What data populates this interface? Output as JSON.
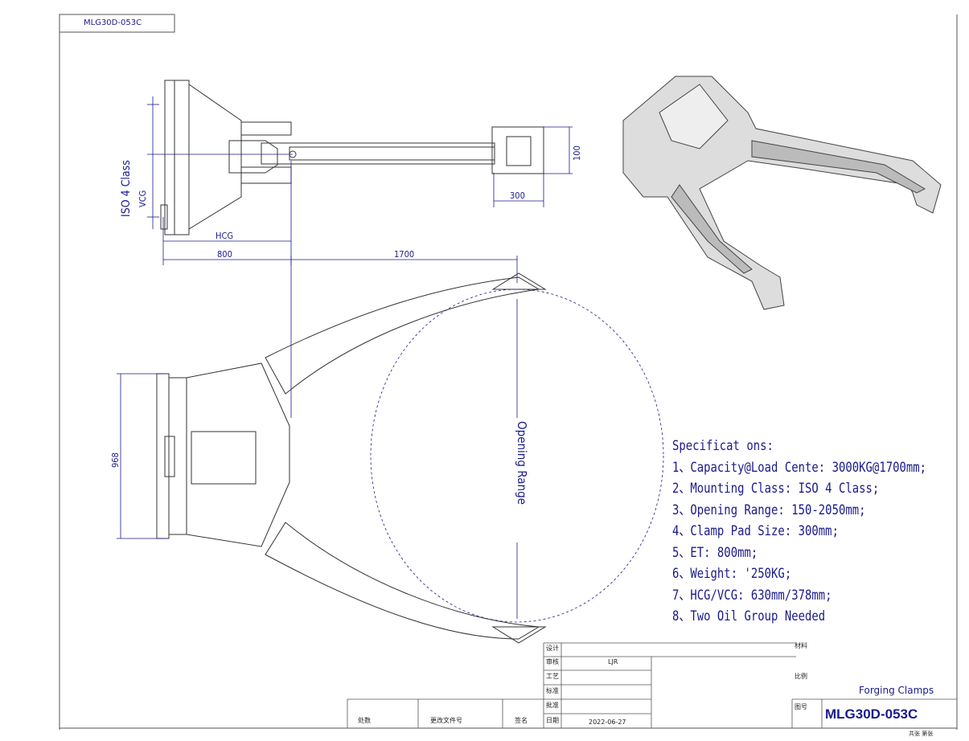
{
  "drawing_number_tab": "MLG30D-053C",
  "side_view": {
    "class_label": "ISO 4 Class",
    "vcg_label": "VCG",
    "hcg_label": "HCG",
    "et_label": "800",
    "pad_height_label": "100",
    "pad_width_label": "300"
  },
  "top_view": {
    "load_center_label": "1700",
    "height_label": "968",
    "opening_label": "Opening Range"
  },
  "specifications": {
    "title": "Specificat ons:",
    "items": [
      "1、Capacity@Load Cente: 3000KG@1700mm;",
      "2、Mounting Class: ISO 4 Class;",
      "3、Opening Range: 150-2050mm;",
      "4、Clamp Pad Size: 300mm;",
      "5、ET: 800mm;",
      "6、Weight: '250KG;",
      "7、HCG/VCG: 630mm/378mm;",
      "8、Two Oil Group Needed"
    ]
  },
  "title_block": {
    "rows": [
      "设计",
      "审核",
      "工艺",
      "标准",
      "批准",
      "日期"
    ],
    "designer": "LJR",
    "date": "2022-06-27",
    "bottom_left": "处数",
    "bottom_mid": "更改文件号",
    "bottom_right": "签名",
    "material_label": "材料",
    "scale_label": "比例",
    "name_value": "Forging Clamps",
    "code_label": "图号",
    "code_value": "MLG30D-053C",
    "footer_note": "共张 第张"
  }
}
